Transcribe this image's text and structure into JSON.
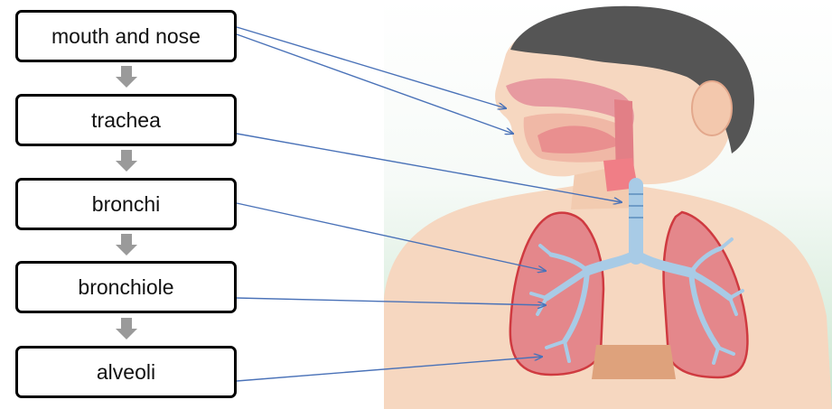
{
  "flow": {
    "steps": [
      "mouth and nose",
      "trachea",
      "bronchi",
      "bronchiole",
      "alveoli"
    ]
  },
  "colors": {
    "connector": "#4a72b8",
    "flow_arrow": "#9a9a9a",
    "skin": "#f6d7c0",
    "hair": "#555555",
    "lung": "#e4878b",
    "airway": "#a8cbe6"
  },
  "icons": [
    "down-arrow-icon"
  ]
}
